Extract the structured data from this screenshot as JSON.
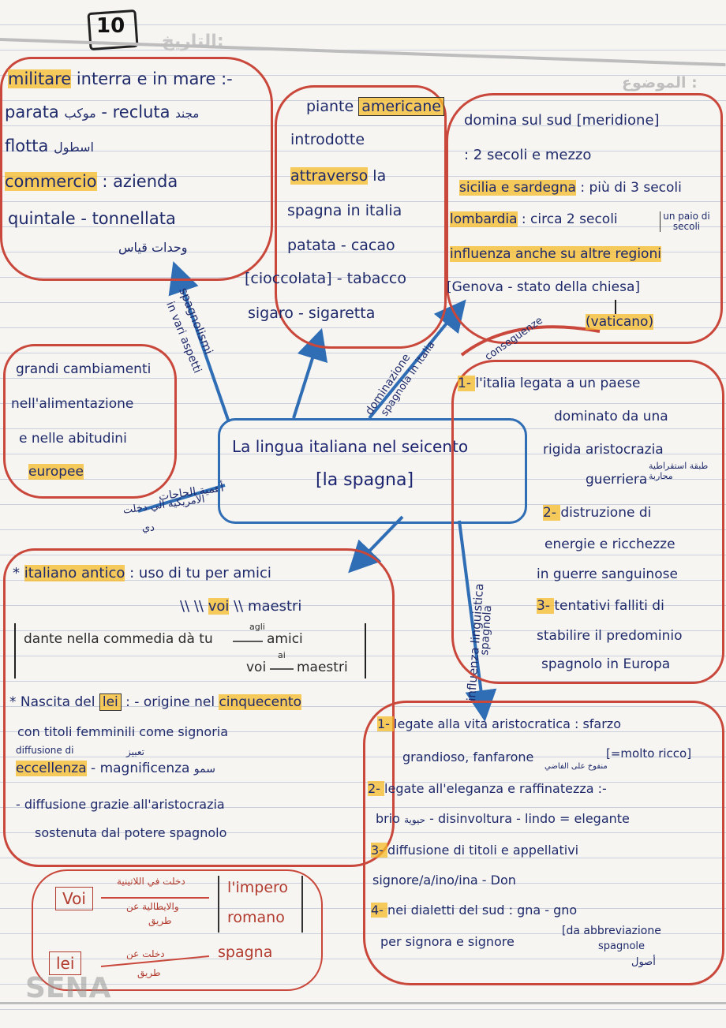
{
  "header": {
    "page_number": "10",
    "date_label": "التاريخ:",
    "subject_label": "الموضوع :"
  },
  "center": {
    "title": "La lingua italiana nel seicento",
    "subtitle": "[la spagna]"
  },
  "links": {
    "spagnolismi": "spagnolismi",
    "in_vari_aspetti": "in vari aspetti",
    "dominazione": "dominazione",
    "spagnola_in_italia": "spagnola in italia",
    "conseguenze": "conseguenze",
    "influenza_linguistica": "influenza linguistica",
    "spagnola": "spagnola",
    "importanza_ar": "أهمية الحاجات",
    "importanza_ar2": "الأمريكية الي دخلت",
    "importanza_ar3": "دي"
  },
  "box_militare": {
    "l1": "militare",
    "l1b": " interra e in mare :-",
    "l2a": "parata",
    "l2ar": "موكب",
    "l2b": " - recluta ",
    "l2ar2": "مجند",
    "l3a": "flotta ",
    "l3ar": "اسطول",
    "l4a": "commercio",
    "l4b": " : azienda",
    "l5": "quintale - tonnellata",
    "l6ar": "وحدات قياس"
  },
  "box_piante": {
    "l1a": "piante ",
    "l1b": "americane",
    "l2": "introdotte",
    "l3a": "attraverso",
    "l3b": " la",
    "l4": "spagna in italia",
    "l5": "patata - cacao",
    "l6": "[cioccolata] - tabacco",
    "l7": "sigaro - sigaretta"
  },
  "box_domina": {
    "l1": "domina sul sud [meridione]",
    "l2": ": 2 secoli e mezzo",
    "l3a": "sicilia e sardegna",
    "l3b": " : più di 3 secoli",
    "l4a": "lombardia",
    "l4b": " : circa 2 secoli",
    "l4c": "un paio di secoli",
    "l5": "influenza anche su altre regioni",
    "l6": "[Genova - stato della chiesa]",
    "l7": "(vaticano)"
  },
  "box_grandi": {
    "l1": "grandi cambiamenti",
    "l2": "nell'alimentazione",
    "l3": "e nelle abitudini",
    "l4": "europee"
  },
  "box_conseguenze": {
    "l1a": "1- ",
    "l1b": "l'italia legata a un paese",
    "l2": "dominato da una",
    "l3": "rigida aristocrazia",
    "l4": "guerriera",
    "l4ar": "طبقة استقراطية محاربة",
    "l5a": "2- ",
    "l5b": "distruzione di",
    "l6": "energie e ricchezze",
    "l7": "in guerre sanguinose",
    "l8a": "3- ",
    "l8b": "tentativi falliti di",
    "l9": "stabilire il predominio",
    "l10": "spagnolo in Europa"
  },
  "box_italiano": {
    "l1a": "* ",
    "l1b": "italiano antico",
    "l1c": " : uso di tu per amici",
    "l2a": "\\\\  \\\\ ",
    "l2b": "voi",
    "l2c": " \\\\ maestri",
    "l3": "dante nella commedia dà tu",
    "l3b": "agli",
    "l3c": "amici",
    "l4a": "voi",
    "l4b": "ai",
    "l4c": "maestri",
    "l5a": "* Nascita del ",
    "l5b": "lei",
    "l5c": " : - origine nel ",
    "l5d": "cinquecento",
    "l6": "con titoli femminili come signoria",
    "l7a": "diffusione di",
    "l7ar": "تعبيز",
    "l8a": "eccellenza",
    "l8b": " - magnificenza",
    "l8ar": "سمو",
    "l9": "- diffusione grazie all'aristocrazia",
    "l10": "sostenuta dal potere spagnolo"
  },
  "box_voi": {
    "voi": "Voi",
    "voi_ar1": "دخلت في اللاتينية",
    "voi_ar2": "والايطالية عن",
    "voi_ar3": "طريق",
    "impero1": "l'impero",
    "impero2": "romano",
    "lei": "lei",
    "lei_ar1": "دخلت عن",
    "lei_ar2": "طريق",
    "spagna": "spagna"
  },
  "box_influenza": {
    "l1a": "1- ",
    "l1b": "legate alla vita aristocratica",
    "l1c": " : sfarzo",
    "l2a": "grandioso, fanfarone",
    "l2ar": "منفوخ على الفاضي",
    "l2b": "[=molto ricco]",
    "l3a": "2- ",
    "l3b": "legate all'eleganza e raffinatezza",
    "l3c": " :-",
    "l4a": "brio",
    "l4ar": "حيوية",
    "l4b": " - disinvoltura - lindo = elegante",
    "l5a": "3- ",
    "l5b": "diffusione di titoli e appellativi",
    "l6": "signore/a/ino/ina - Don",
    "l7a": "4- ",
    "l7b": "nei dialetti del sud",
    "l7c": " : gna - gno",
    "l8a": "per signora e signore",
    "l8b": "[da abbreviazione",
    "l8c": "spagnole",
    "l8ar": "أصول"
  },
  "watermark": "SENA"
}
